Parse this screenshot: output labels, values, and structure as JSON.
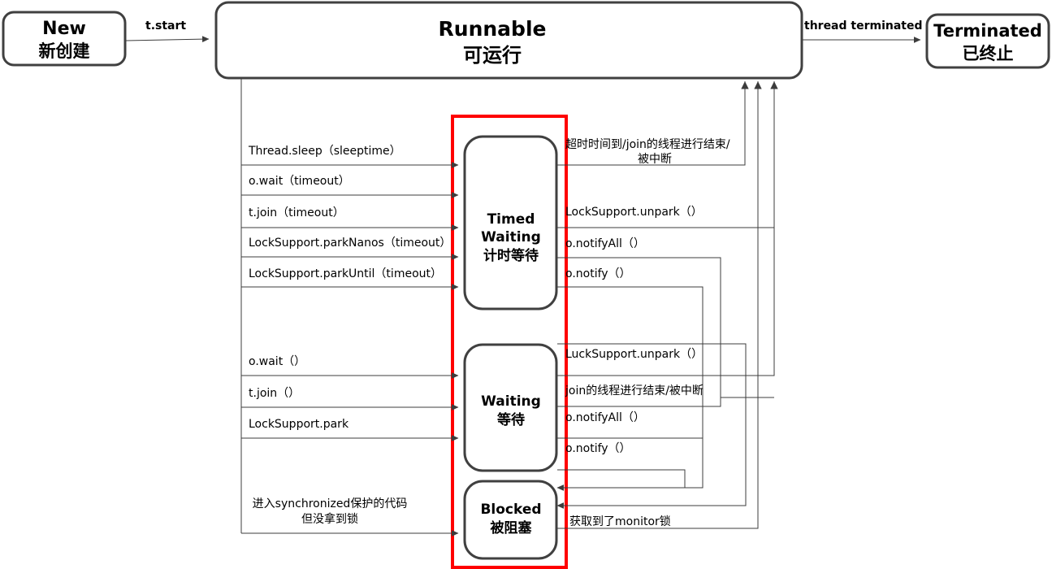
{
  "diagram": {
    "title_semantic": "java-thread-state-transition-diagram",
    "colors": {
      "state_border": "#404040",
      "connector": "#4d4d4d",
      "highlight_rect": "#ff0000",
      "background": "#ffffff",
      "text": "#000000"
    }
  },
  "states": {
    "new": {
      "en": "New",
      "cn": "新创建"
    },
    "runnable": {
      "en": "Runnable",
      "cn": "可运行"
    },
    "terminated": {
      "en": "Terminated",
      "cn": "已终止"
    },
    "timed_waiting": {
      "en1": "Timed",
      "en2": "Waiting",
      "cn": "计时等待"
    },
    "waiting": {
      "en": "Waiting",
      "cn": "等待"
    },
    "blocked": {
      "en": "Blocked",
      "cn": "被阻塞"
    }
  },
  "top_edges": {
    "start": "t.start",
    "terminated": "thread terminated"
  },
  "to_timed_waiting": [
    "Thread.sleep（sleeptime）",
    "o.wait（timeout）",
    "t.join（timeout）",
    "LockSupport.parkNanos（timeout）",
    "LockSupport.parkUntil（timeout）"
  ],
  "to_waiting": [
    "o.wait（）",
    "t.join（）",
    "LockSupport.park"
  ],
  "to_blocked": [
    "进入synchronized保护的代码",
    "但没拿到锁"
  ],
  "from_timed_waiting": [
    "超时时间到/join的线程进行结束/",
    "被中断",
    "LockSupport.unpark（）",
    "o.notifyAll（）",
    "o.notify（）"
  ],
  "from_waiting": [
    "LuckSupport.unpark（）",
    "join的线程进行结束/被中断",
    "o.notifyAll（）",
    "o.notify（）"
  ],
  "from_blocked": [
    "获取到了monitor锁"
  ]
}
